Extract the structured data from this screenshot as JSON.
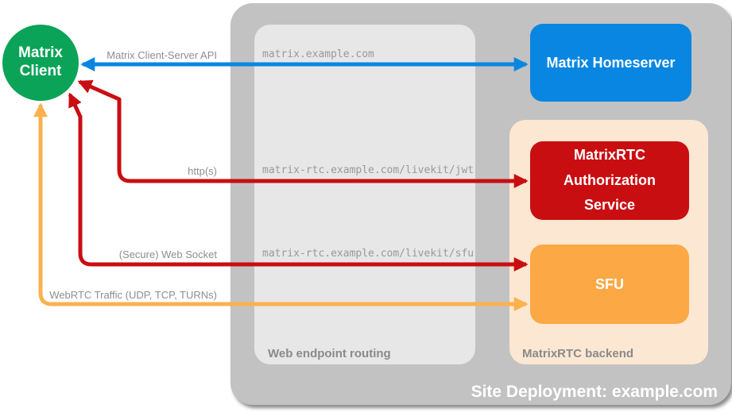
{
  "colors": {
    "client_green": "#0AA357",
    "homeserver_blue": "#0886E2",
    "service_red": "#C90E12",
    "sfu_orange": "#FCA845",
    "webrtc_orange": "#FCB14F",
    "container_gray": "#C2C2C2",
    "panel_gray": "#E7E7E7",
    "backend_peach": "#FCE7D2",
    "arrow_label_gray": "#8E8E8E",
    "endpoint_text_gray": "#999999",
    "panel_label_gray": "#8A8A8A"
  },
  "nodes": {
    "client": {
      "label": "Matrix Client"
    },
    "homeserver": {
      "label": "Matrix Homeserver"
    },
    "auth_service": {
      "label": "MatrixRTC Authorization Service"
    },
    "sfu": {
      "label": "SFU"
    }
  },
  "panels": {
    "routing": {
      "label": "Web endpoint routing",
      "endpoints": [
        "matrix.example.com",
        "matrix-rtc.example.com/livekit/jwt",
        "matrix-rtc.example.com/livekit/sfu"
      ]
    },
    "backend": {
      "label": "MatrixRTC backend"
    },
    "site": {
      "label": "Site Deployment: example.com"
    }
  },
  "arrows": {
    "client_server_api": {
      "label": "Matrix Client-Server API",
      "color": "#0886E2",
      "direction": "bidirectional"
    },
    "https": {
      "label": "http(s)",
      "color": "#C90E12",
      "direction": "bidirectional"
    },
    "web_socket": {
      "label": "(Secure) Web Socket",
      "color": "#C90E12",
      "direction": "bidirectional"
    },
    "webrtc": {
      "label": "WebRTC Traffic (UDP, TCP, TURNs)",
      "color": "#FCB14F",
      "direction": "bidirectional"
    }
  }
}
